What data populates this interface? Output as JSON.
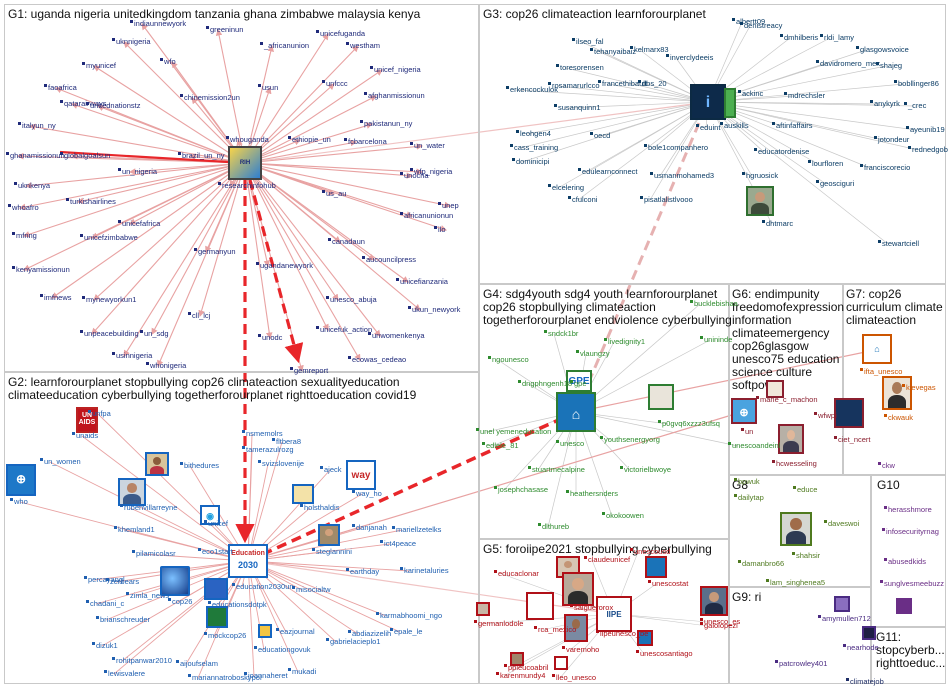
{
  "groups": [
    {
      "id": "G1",
      "title": "G1: uganda nigeria unitedkingdom tanzania ghana zimbabwe malaysia kenya"
    },
    {
      "id": "G2",
      "title": "G2: learnforourplanet stopbullying cop26 climateaction sexualityeducation\nclimateeducation cyberbullying togetherforourplanet righttoeducation covid19"
    },
    {
      "id": "G3",
      "title": "G3: cop26 climateaction learnforourplanet"
    },
    {
      "id": "G4",
      "title": "G4: sdg4youth sdg4 youth learnforourplanet\ncop26 stopbullying climateaction\ntogetherforourplanet endviolence cyberbullying"
    },
    {
      "id": "G5",
      "title": "G5: foroiipe2021 stopbullying cyberbullying"
    },
    {
      "id": "G6",
      "title": "G6: endimpunity\nfreedomofexpression\ninformation\nclimateemergency\ncop26glasgow\nunesco75 education\nscience culture\nsoftpower"
    },
    {
      "id": "G7",
      "title": "G7: cop26\ncurriculum climate\nclimateaction"
    },
    {
      "id": "G8",
      "title": "G8"
    },
    {
      "id": "G9",
      "title": "G9: ri"
    },
    {
      "id": "G10",
      "title": "G10"
    },
    {
      "id": "G11",
      "title": "G11:\nstopcyberb...\nrighttoeduc..."
    }
  ],
  "colors": {
    "g1": "#1f2a7a",
    "g2": "#1f5fb0",
    "g3": "#0c3d66",
    "g4": "#2e8b2e",
    "g5": "#b01018",
    "g6": "#8b1f2f",
    "g7": "#cc5500",
    "g8": "#4f7a1f",
    "g9": "#4a2b82",
    "g10": "#6a2e86",
    "g11": "#1e2d66",
    "edge": "#e8a2a2",
    "edge_strong": "#e8262a",
    "edge_grey": "#c8c8c8"
  },
  "g1_nodes": [
    "indiaunnewyork",
    "uknnigeria",
    "greeninun",
    "_africanunion",
    "unicefuganda",
    "westham",
    "wfo",
    "myunicef",
    "usun",
    "unfccc",
    "unicef_nigeria",
    "faoafrica",
    "qatarairways",
    "unitednationstz",
    "chinemission2un",
    "afghanmissionun",
    "italyun_ny",
    "pakistanun_ny",
    "fcbarcelona",
    "ghanamissionun",
    "globalgoalsun",
    "brazil_un_ny",
    "whouganda",
    "ethiopie_un",
    "un_water",
    "uknkenya",
    "un_nigeria",
    "unocha",
    "wfp_nigeria",
    "whoafro",
    "turkishairlines",
    "us_au",
    "unep",
    "unicefafrica",
    "africanunionun",
    "mfnng",
    "unicefzimbabwe",
    "ilo",
    "kenyamissionun",
    "germanyun",
    "ugandanewyork",
    "canadaun",
    "aucouncilpress",
    "imfnews",
    "mynewyorkun1",
    "unicefianzania",
    "unpeacebuilding",
    "cll_lcj",
    "unesco_abuja",
    "ukun_newyork",
    "un_sdg",
    "unodc",
    "unicefuk_action",
    "unwomenkenya",
    "usinnigeria",
    "whonigeria",
    "ecowas_cedeao",
    "gemreport",
    "researchinfohub"
  ],
  "g2_nodes": [
    "unaids",
    "unfpa",
    "who",
    "un_women",
    "nsmemolrs",
    "tamerazulrozg",
    "svizslovenije",
    "fltbera8",
    "ajeck",
    "way_ho",
    "rubenvillarreyne",
    "khemland1",
    "unicef",
    "bithedures",
    "holsthaldis",
    "steglannini",
    "danjanah",
    "mariellzetelks",
    "ict4peace",
    "karinetaluries",
    "pilamicolasr",
    "eco1start",
    "percayangl",
    "zerbears",
    "chadani_c",
    "cop26",
    "zimla_news",
    "brianschreuder",
    "dizuk1",
    "rohitpanwar2010",
    "lewisvalere",
    "joannaheret",
    "education2030un",
    "educationsdotpk",
    "misocialtw",
    "earthday",
    "karmabhoomi_ngo",
    "abdiazizelih",
    "mockcop26",
    "eazjournal",
    "gabrielacieplo1",
    "epale_le",
    "educationgovuk",
    "mariannatroboskypol",
    "aijoufselam",
    "mukadi"
  ],
  "g3_nodes": [
    "albertt09",
    "ilseo_fal",
    "denistreacy",
    "dmhilberis",
    "tehanyaibaiz",
    "kelmarx83",
    "inverclydeeis",
    "rldi_lamy",
    "toresorensen",
    "glasgowsvoice",
    "davidromero_mex",
    "shajeg",
    "bobllinger86",
    "francethibault",
    "dbs_20",
    "ackinc",
    "mdrechsler",
    "_crec",
    "rosamarurlcco",
    "ayeunib19",
    "auskills",
    "anykyrk",
    "susanquinn1",
    "erkencockulok",
    "oecd",
    "leohgen4",
    "aftinfaffairs",
    "rednedgob",
    "jotondeur",
    "bole1companhero",
    "cass_training",
    "dominicipi",
    "eduint",
    "edulearnconnect",
    "usmanmohamed3",
    "educatordenise",
    "franciscorecio",
    "lourfloren",
    "elcelering",
    "cfulconi",
    "pisatlalistlvooo",
    "hgruosick",
    "geosciguri",
    "dhtmarc",
    "stewartciell"
  ],
  "g4_nodes": [
    "bucklebishaa",
    "ngounesco",
    "dngphngenh18",
    "vlaungzy",
    "unesco",
    "youthsenergyorg",
    "edlele_81",
    "unel yemeneducation",
    "unescoandeinl",
    "stuartmecalpine",
    "victorielbwoye",
    "josephchasase",
    "heathersnders",
    "okokoowen",
    "dlthureb",
    "sndck1br",
    "livedignity1",
    "unininde",
    "p0gvq6xzzz3ufsq",
    "gpe"
  ],
  "g5_nodes": [
    "educaclonar",
    "claudeunicef",
    "unescostat",
    "unescousd",
    "germanlodole",
    "salguerorox",
    "rca_mexico",
    "lipeunesco_be",
    "unesco_es",
    "galoiopezl",
    "varemoho",
    "unescosantiago",
    "karenmundy4",
    "lleo_unesco",
    "ppleucoabril"
  ],
  "g6_nodes": [
    "un",
    "marie_c_machon",
    "wfwpi",
    "hcwesseling",
    "ciet_ncert"
  ],
  "g7_nodes": [
    "ifta_unesco",
    "ckwauk",
    "kievegas"
  ],
  "g8_nodes": [
    "bpwuk",
    "educe",
    "dailytap",
    "daveswoi",
    "damanbro66",
    "shahsir",
    "lam_singhenea5"
  ],
  "g9_nodes": [
    "amymullen712",
    "patcrowley401",
    "nearhode"
  ],
  "g10_nodes": [
    "herasshmore",
    "infosecurityrnag",
    "abusedkids",
    "sunglvesmeebuzz",
    "ckw"
  ],
  "g11_nodes": [
    "climatejob"
  ]
}
